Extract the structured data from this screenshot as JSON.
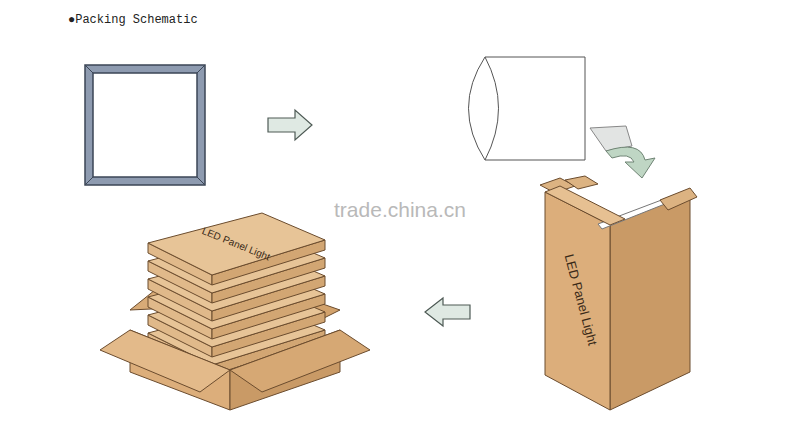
{
  "diagram": {
    "title": "●Packing Schematic",
    "labels": [
      "LED Panel Light",
      "LED Panel Light",
      "trade.china.cn"
    ]
  }
}
